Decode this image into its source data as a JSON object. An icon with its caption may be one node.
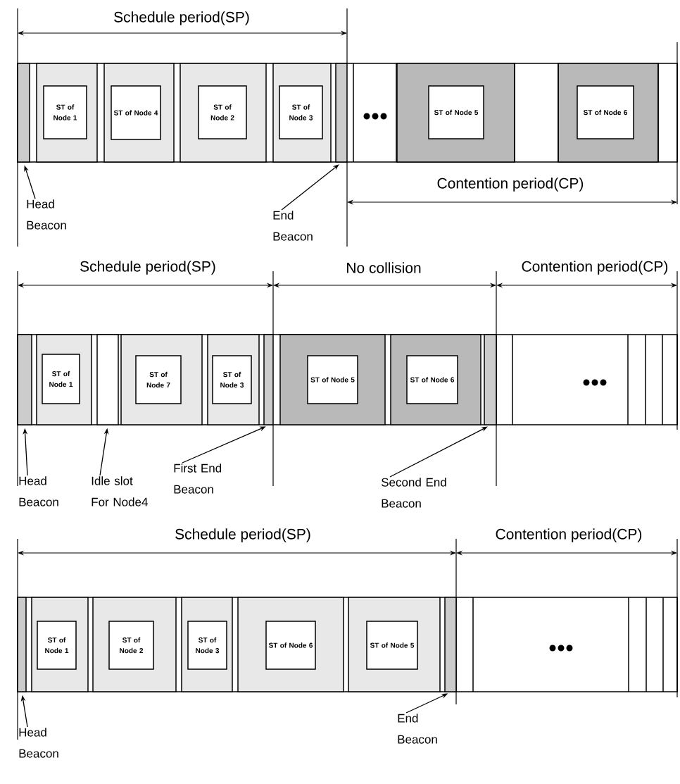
{
  "diagram": {
    "nodes": [
      {
        "text": [
          "ST of Node 1"
        ]
      },
      {
        "text": [
          "ST of Node 4"
        ]
      },
      {
        "text": [
          "ST of Node 2"
        ]
      },
      {
        "text": [
          "ST of Node 3"
        ]
      },
      {
        "text": [
          "ST of Node 5"
        ]
      },
      {
        "text": [
          "ST of Node 6"
        ]
      },
      {
        "text": [],
        "shape": "bar"
      },
      {
        "text": [],
        "shape": "bar"
      },
      {
        "text": [
          "Head Beacon"
        ]
      },
      {
        "text": [
          "End Beacon"
        ]
      },
      {
        "text": [
          "ST of Node 1"
        ]
      },
      {
        "text": [
          "ST of Node 7"
        ]
      },
      {
        "text": [
          "ST of Node 3"
        ]
      },
      {
        "text": [
          "ST of Node 5"
        ]
      },
      {
        "text": [
          "ST of Node 6"
        ]
      },
      {
        "text": [],
        "shape": "bar"
      },
      {
        "text": [],
        "shape": "bar"
      },
      {
        "text": [],
        "shape": "bar"
      },
      {
        "text": [],
        "shape": "bar"
      },
      {
        "text": [
          "Head Beacon"
        ]
      },
      {
        "text": [
          "Idle slot For Node4"
        ]
      },
      {
        "text": [
          "First End Beacon"
        ]
      },
      {
        "text": [
          "Second End Beacon"
        ]
      },
      {
        "text": [
          "ST of Node 1"
        ]
      },
      {
        "text": [
          "ST of Node 2"
        ]
      },
      {
        "text": [
          "ST of Node 3"
        ]
      },
      {
        "text": [
          "ST of Node 6"
        ]
      },
      {
        "text": [
          "ST of Node 5"
        ]
      },
      {
        "text": [],
        "shape": "bar"
      },
      {
        "text": [],
        "shape": "bar"
      },
      {
        "text": [
          "Head Beacon"
        ]
      },
      {
        "text": [
          "End Beacon"
        ]
      }
    ],
    "edges": [
      {
        "from": 8,
        "to": 6,
        "arrow": "to"
      },
      {
        "from": 9,
        "to": 7,
        "arrow": "to"
      },
      {
        "from": 19,
        "to": 15,
        "arrow": "to"
      },
      {
        "from": 20,
        "to": 16,
        "arrow": "to"
      },
      {
        "from": 21,
        "to": 17,
        "arrow": "to"
      },
      {
        "from": 22,
        "to": 18,
        "arrow": "to"
      },
      {
        "from": 30,
        "to": 28,
        "arrow": "to"
      },
      {
        "from": 31,
        "to": 29,
        "arrow": "to"
      }
    ],
    "labels": [
      "Schedule period(SP)",
      "Contention period(CP)",
      "Schedule period(SP)",
      "No collision",
      "Contention period(CP)",
      "Schedule period(SP)",
      "Contention period(CP)"
    ]
  }
}
